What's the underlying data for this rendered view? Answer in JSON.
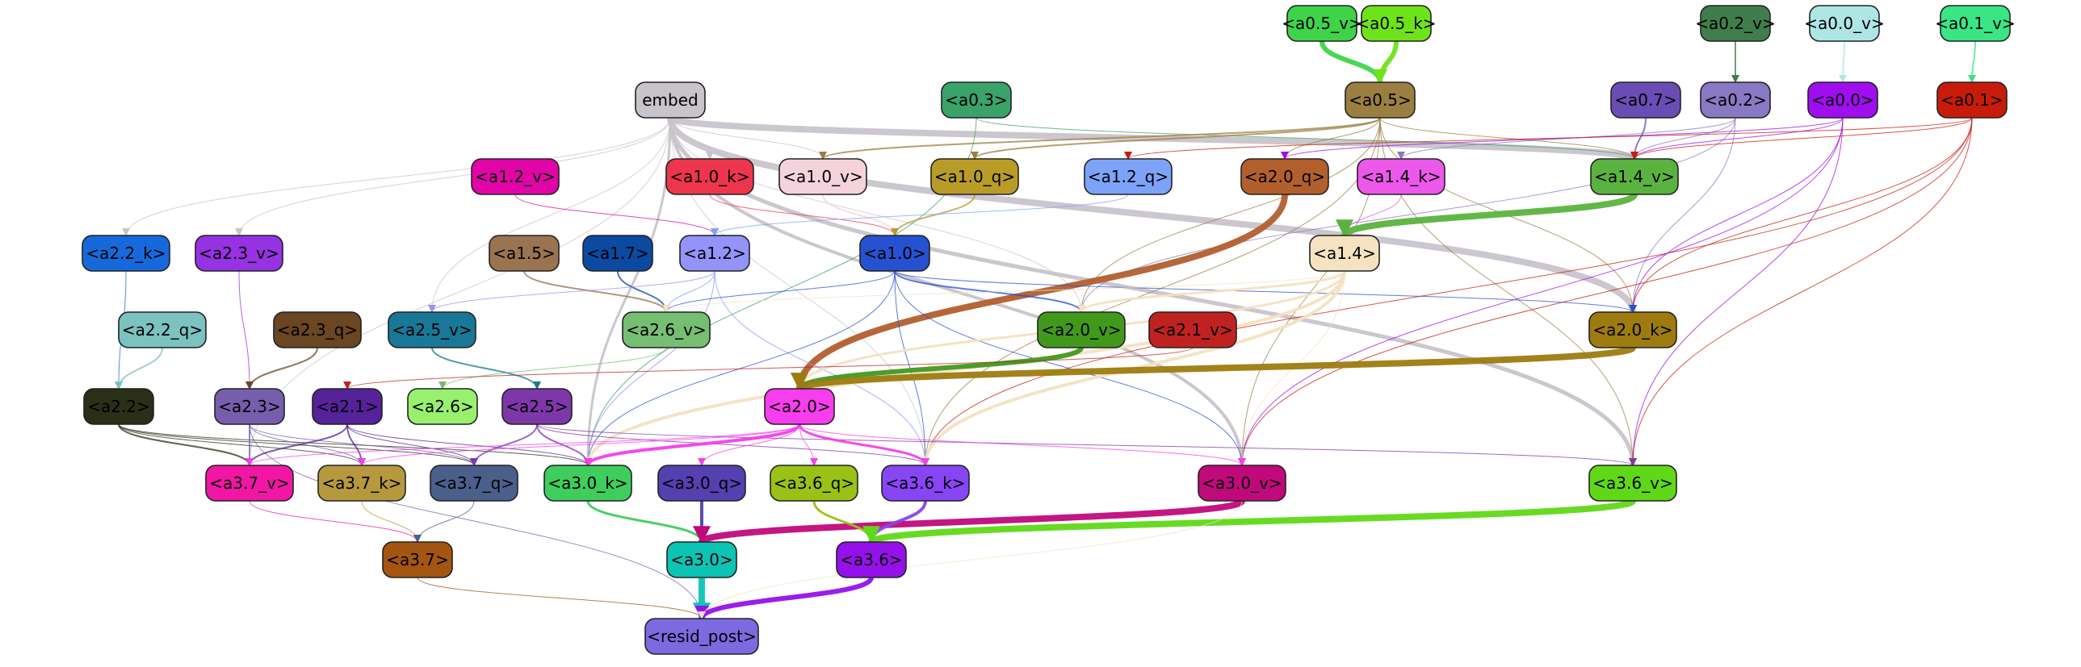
{
  "graph": {
    "nodes": [
      {
        "id": "a0_5_v",
        "label": "<a0.5_v>",
        "fill": "#3ed44a",
        "text": "#000000"
      },
      {
        "id": "a0_5_k",
        "label": "<a0.5_k>",
        "fill": "#6fe31a",
        "text": "#000000"
      },
      {
        "id": "a0_2_v",
        "label": "<a0.2_v>",
        "fill": "#407d4c",
        "text": "#000000"
      },
      {
        "id": "a0_0_v",
        "label": "<a0.0_v>",
        "fill": "#aee6e6",
        "text": "#000000"
      },
      {
        "id": "a0_1_v",
        "label": "<a0.1_v>",
        "fill": "#3ae585",
        "text": "#000000"
      },
      {
        "id": "embed",
        "label": "embed",
        "fill": "#c9c3cb",
        "text": "#000000"
      },
      {
        "id": "a0_3",
        "label": "<a0.3>",
        "fill": "#3aa36a",
        "text": "#000000"
      },
      {
        "id": "a0_5",
        "label": "<a0.5>",
        "fill": "#9b7f41",
        "text": "#000000"
      },
      {
        "id": "a0_7",
        "label": "<a0.7>",
        "fill": "#6a4db4",
        "text": "#000000"
      },
      {
        "id": "a0_2",
        "label": "<a0.2>",
        "fill": "#8978c3",
        "text": "#000000"
      },
      {
        "id": "a0_0",
        "label": "<a0.0>",
        "fill": "#9e0eee",
        "text": "#000000"
      },
      {
        "id": "a0_1",
        "label": "<a0.1>",
        "fill": "#c81c0a",
        "text": "#000000"
      },
      {
        "id": "a1_2_v",
        "label": "<a1.2_v>",
        "fill": "#e104a6",
        "text": "#000000"
      },
      {
        "id": "a1_0_k",
        "label": "<a1.0_k>",
        "fill": "#ed364d",
        "text": "#000000"
      },
      {
        "id": "a1_0_v",
        "label": "<a1.0_v>",
        "fill": "#f4d3dd",
        "text": "#000000"
      },
      {
        "id": "a1_0_q",
        "label": "<a1.0_q>",
        "fill": "#b89c27",
        "text": "#000000"
      },
      {
        "id": "a1_2_q",
        "label": "<a1.2_q>",
        "fill": "#7da3f8",
        "text": "#000000"
      },
      {
        "id": "a2_0_q",
        "label": "<a2.0_q>",
        "fill": "#b25f2e",
        "text": "#000000"
      },
      {
        "id": "a1_4_k",
        "label": "<a1.4_k>",
        "fill": "#ec58ea",
        "text": "#000000"
      },
      {
        "id": "a1_4_v",
        "label": "<a1.4_v>",
        "fill": "#5ab33e",
        "text": "#000000"
      },
      {
        "id": "a2_2_k",
        "label": "<a2.2_k>",
        "fill": "#1769db",
        "text": "#000000"
      },
      {
        "id": "a2_3_v",
        "label": "<a2.3_v>",
        "fill": "#9632e1",
        "text": "#000000"
      },
      {
        "id": "a1_5",
        "label": "<a1.5>",
        "fill": "#9a7351",
        "text": "#000000"
      },
      {
        "id": "a1_7",
        "label": "<a1.7>",
        "fill": "#0b4aa0",
        "text": "#000000"
      },
      {
        "id": "a1_2",
        "label": "<a1.2>",
        "fill": "#9493f9",
        "text": "#000000"
      },
      {
        "id": "a1_0",
        "label": "<a1.0>",
        "fill": "#2652d1",
        "text": "#000000"
      },
      {
        "id": "a1_4",
        "label": "<a1.4>",
        "fill": "#f4e2c0",
        "text": "#000000"
      },
      {
        "id": "a2_2_q",
        "label": "<a2.2_q>",
        "fill": "#7bc2c1",
        "text": "#000000"
      },
      {
        "id": "a2_3_q",
        "label": "<a2.3_q>",
        "fill": "#6a4622",
        "text": "#000000"
      },
      {
        "id": "a2_5_v",
        "label": "<a2.5_v>",
        "fill": "#197797",
        "text": "#000000"
      },
      {
        "id": "a2_6_v",
        "label": "<a2.6_v>",
        "fill": "#76be72",
        "text": "#000000"
      },
      {
        "id": "a2_0_v",
        "label": "<a2.0_v>",
        "fill": "#41991c",
        "text": "#000000"
      },
      {
        "id": "a2_1_v",
        "label": "<a2.1_v>",
        "fill": "#c02222",
        "text": "#000000"
      },
      {
        "id": "a2_0_k",
        "label": "<a2.0_k>",
        "fill": "#9d7b0f",
        "text": "#000000"
      },
      {
        "id": "a2_2",
        "label": "<a2.2>",
        "fill": "#2a2f17",
        "text": "#000000"
      },
      {
        "id": "a2_3",
        "label": "<a2.3>",
        "fill": "#765ead",
        "text": "#000000"
      },
      {
        "id": "a2_1",
        "label": "<a2.1>",
        "fill": "#55229a",
        "text": "#000000"
      },
      {
        "id": "a2_6",
        "label": "<a2.6>",
        "fill": "#98f06e",
        "text": "#000000"
      },
      {
        "id": "a2_5",
        "label": "<a2.5>",
        "fill": "#7e37a9",
        "text": "#000000"
      },
      {
        "id": "a2_0",
        "label": "<a2.0>",
        "fill": "#f73ded",
        "text": "#000000"
      },
      {
        "id": "a3_7_v",
        "label": "<a3.7_v>",
        "fill": "#f116a4",
        "text": "#000000"
      },
      {
        "id": "a3_7_k",
        "label": "<a3.7_k>",
        "fill": "#b6993e",
        "text": "#000000"
      },
      {
        "id": "a3_7_q",
        "label": "<a3.7_q>",
        "fill": "#4b5f8b",
        "text": "#000000"
      },
      {
        "id": "a3_0_k",
        "label": "<a3.0_k>",
        "fill": "#3fcd5d",
        "text": "#000000"
      },
      {
        "id": "a3_0_q",
        "label": "<a3.0_q>",
        "fill": "#5440ae",
        "text": "#000000"
      },
      {
        "id": "a3_6_q",
        "label": "<a3.6_q>",
        "fill": "#9ac116",
        "text": "#000000"
      },
      {
        "id": "a3_6_k",
        "label": "<a3.6_k>",
        "fill": "#8745f3",
        "text": "#000000"
      },
      {
        "id": "a3_0_v",
        "label": "<a3.0_v>",
        "fill": "#c0097b",
        "text": "#000000"
      },
      {
        "id": "a3_6_v",
        "label": "<a3.6_v>",
        "fill": "#60d818",
        "text": "#000000"
      },
      {
        "id": "a3_7",
        "label": "<a3.7>",
        "fill": "#a35511",
        "text": "#000000"
      },
      {
        "id": "a3_0",
        "label": "<a3.0>",
        "fill": "#0cc4b4",
        "text": "#000000"
      },
      {
        "id": "a3_6",
        "label": "<a3.6>",
        "fill": "#9511ea",
        "text": "#000000"
      },
      {
        "id": "resid_post",
        "label": "<resid_post>",
        "fill": "#7c6ae0",
        "text": "#000000"
      }
    ],
    "edges": [
      {
        "from": "a0_5_v",
        "to": "a0_5",
        "color": "#3ed44a",
        "weight": 6
      },
      {
        "from": "a0_5_k",
        "to": "a0_5",
        "color": "#6fe31a",
        "weight": 6
      },
      {
        "from": "a0_2_v",
        "to": "a0_2",
        "color": "#407d4c",
        "weight": 2
      },
      {
        "from": "a0_0_v",
        "to": "a0_0",
        "color": "#aee6e6",
        "weight": 2
      },
      {
        "from": "a0_1_v",
        "to": "a0_1",
        "color": "#3ae585",
        "weight": 2
      },
      {
        "from": "embed",
        "to": "a1_4_v",
        "color": "#c9c3cb",
        "weight": 8
      },
      {
        "from": "embed",
        "to": "a2_0_k",
        "color": "#c9c3cb",
        "weight": 8
      },
      {
        "from": "embed",
        "to": "a3_6_v",
        "color": "#c9c3cb",
        "weight": 5
      },
      {
        "from": "embed",
        "to": "a3_0_v",
        "color": "#c9c3cb",
        "weight": 4
      },
      {
        "from": "embed",
        "to": "a1_0_k",
        "color": "#c9c3cb",
        "weight": 1
      },
      {
        "from": "embed",
        "to": "a1_0_v",
        "color": "#c9c3cb",
        "weight": 1
      },
      {
        "from": "embed",
        "to": "a2_2_k",
        "color": "#c9c3cb",
        "weight": 1
      },
      {
        "from": "embed",
        "to": "a2_3_v",
        "color": "#c9c3cb",
        "weight": 1
      },
      {
        "from": "embed",
        "to": "a2_5_v",
        "color": "#c9c3cb",
        "weight": 1
      },
      {
        "from": "embed",
        "to": "a2_0_v",
        "color": "#c9c3cb",
        "weight": 1
      },
      {
        "from": "embed",
        "to": "a3_7_v",
        "color": "#c9c3cb",
        "weight": 1
      },
      {
        "from": "embed",
        "to": "a3_0_k",
        "color": "#c9c3cb",
        "weight": 3
      },
      {
        "from": "embed",
        "to": "a3_6_k",
        "color": "#c9c3cb",
        "weight": 1
      },
      {
        "from": "a0_3",
        "to": "a1_4_v",
        "color": "#3aa36a",
        "weight": 1
      },
      {
        "from": "a0_3",
        "to": "a3_0_k",
        "color": "#3aa36a",
        "weight": 1
      },
      {
        "from": "a0_5",
        "to": "a1_0_v",
        "color": "#9b7f41",
        "weight": 2
      },
      {
        "from": "a0_5",
        "to": "a1_0_q",
        "color": "#9b7f41",
        "weight": 2
      },
      {
        "from": "a0_5",
        "to": "a2_0_q",
        "color": "#9b7f41",
        "weight": 1
      },
      {
        "from": "a0_5",
        "to": "a1_4_v",
        "color": "#9b7f41",
        "weight": 1
      },
      {
        "from": "a0_5",
        "to": "a2_0_k",
        "color": "#9b7f41",
        "weight": 1
      },
      {
        "from": "a0_5",
        "to": "a2_0_v",
        "color": "#9b7f41",
        "weight": 1
      },
      {
        "from": "a0_5",
        "to": "a3_0_v",
        "color": "#9b7f41",
        "weight": 1
      },
      {
        "from": "a0_5",
        "to": "a3_6_v",
        "color": "#9b7f41",
        "weight": 1
      },
      {
        "from": "a0_5",
        "to": "a3_6_k",
        "color": "#9b7f41",
        "weight": 1
      },
      {
        "from": "a0_7",
        "to": "a1_4_v",
        "color": "#6a4db4",
        "weight": 2
      },
      {
        "from": "a0_2",
        "to": "a1_4_v",
        "color": "#8978c3",
        "weight": 1
      },
      {
        "from": "a0_2",
        "to": "a1_4_k",
        "color": "#8978c3",
        "weight": 1
      },
      {
        "from": "a0_2",
        "to": "a2_0_k",
        "color": "#8978c3",
        "weight": 1
      },
      {
        "from": "a0_2",
        "to": "a2_0_v",
        "color": "#8978c3",
        "weight": 1
      },
      {
        "from": "a0_0",
        "to": "a1_4_v",
        "color": "#9e0eee",
        "weight": 1
      },
      {
        "from": "a0_0",
        "to": "a2_0_q",
        "color": "#9e0eee",
        "weight": 1
      },
      {
        "from": "a0_0",
        "to": "a2_0_k",
        "color": "#9e0eee",
        "weight": 1
      },
      {
        "from": "a0_0",
        "to": "a3_0_v",
        "color": "#9e0eee",
        "weight": 1
      },
      {
        "from": "a0_0",
        "to": "a3_6_v",
        "color": "#9e0eee",
        "weight": 1
      },
      {
        "from": "a0_1",
        "to": "a1_4_v",
        "color": "#c81c0a",
        "weight": 1
      },
      {
        "from": "a0_1",
        "to": "a1_2_q",
        "color": "#c81c0a",
        "weight": 1
      },
      {
        "from": "a0_1",
        "to": "a2_0_k",
        "color": "#c81c0a",
        "weight": 1
      },
      {
        "from": "a0_1",
        "to": "a3_0_v",
        "color": "#c81c0a",
        "weight": 1
      },
      {
        "from": "a0_1",
        "to": "a3_6_v",
        "color": "#c81c0a",
        "weight": 1
      },
      {
        "from": "a0_1",
        "to": "a3_6_k",
        "color": "#c81c0a",
        "weight": 1
      },
      {
        "from": "a1_2_v",
        "to": "a1_2",
        "color": "#e104a6",
        "weight": 1
      },
      {
        "from": "a1_0_k",
        "to": "a1_0",
        "color": "#ed364d",
        "weight": 1
      },
      {
        "from": "a1_0_v",
        "to": "a1_0",
        "color": "#f4d3dd",
        "weight": 2
      },
      {
        "from": "a1_0_q",
        "to": "a1_0",
        "color": "#b89c27",
        "weight": 2
      },
      {
        "from": "a1_2_q",
        "to": "a1_2",
        "color": "#7da3f8",
        "weight": 1
      },
      {
        "from": "a2_0_q",
        "to": "a2_0",
        "color": "#b25f2e",
        "weight": 8
      },
      {
        "from": "a1_4_k",
        "to": "a1_4",
        "color": "#ec58ea",
        "weight": 1
      },
      {
        "from": "a1_4_v",
        "to": "a1_4",
        "color": "#5ab33e",
        "weight": 8
      },
      {
        "from": "a2_2_k",
        "to": "a2_2",
        "color": "#1769db",
        "weight": 1
      },
      {
        "from": "a2_3_v",
        "to": "a2_3",
        "color": "#9632e1",
        "weight": 1
      },
      {
        "from": "a1_5",
        "to": "a2_6_v",
        "color": "#9a7351",
        "weight": 2
      },
      {
        "from": "a1_7",
        "to": "a2_6_v",
        "color": "#0b4aa0",
        "weight": 2
      },
      {
        "from": "a1_2",
        "to": "a2_6_v",
        "color": "#9493f9",
        "weight": 1
      },
      {
        "from": "a1_2",
        "to": "a2_5_v",
        "color": "#9493f9",
        "weight": 1
      },
      {
        "from": "a1_2",
        "to": "a3_0_k",
        "color": "#9493f9",
        "weight": 1
      },
      {
        "from": "a1_2",
        "to": "a3_6_k",
        "color": "#9493f9",
        "weight": 1
      },
      {
        "from": "a1_0",
        "to": "a2_0_v",
        "color": "#2652d1",
        "weight": 2
      },
      {
        "from": "a1_0",
        "to": "a2_6_v",
        "color": "#2652d1",
        "weight": 1
      },
      {
        "from": "a1_0",
        "to": "a2_0_k",
        "color": "#2652d1",
        "weight": 1
      },
      {
        "from": "a1_0",
        "to": "a3_0_v",
        "color": "#2652d1",
        "weight": 1
      },
      {
        "from": "a1_0",
        "to": "a3_6_k",
        "color": "#2652d1",
        "weight": 1
      },
      {
        "from": "a1_0",
        "to": "a3_0_k",
        "color": "#2652d1",
        "weight": 1
      },
      {
        "from": "a1_4",
        "to": "a2_0_v",
        "color": "#f4e2c0",
        "weight": 3
      },
      {
        "from": "a1_4",
        "to": "a2_6_v",
        "color": "#f4e2c0",
        "weight": 1
      },
      {
        "from": "a1_4",
        "to": "a3_0_k",
        "color": "#f4e2c0",
        "weight": 4
      },
      {
        "from": "a1_4",
        "to": "a3_6_k",
        "color": "#f4e2c0",
        "weight": 4
      },
      {
        "from": "a1_4",
        "to": "a3_0_v",
        "color": "#f4e2c0",
        "weight": 1
      },
      {
        "from": "a1_4",
        "to": "a2_0",
        "color": "#f4e2c0",
        "weight": 3
      },
      {
        "from": "a2_2_q",
        "to": "a2_2",
        "color": "#7bc2c1",
        "weight": 2
      },
      {
        "from": "a2_3_q",
        "to": "a2_3",
        "color": "#6a4622",
        "weight": 2
      },
      {
        "from": "a2_5_v",
        "to": "a2_5",
        "color": "#197797",
        "weight": 2
      },
      {
        "from": "a2_6_v",
        "to": "a2_6",
        "color": "#76be72",
        "weight": 1
      },
      {
        "from": "a2_0_v",
        "to": "a2_0",
        "color": "#41991c",
        "weight": 6
      },
      {
        "from": "a2_1_v",
        "to": "a2_1",
        "color": "#c02222",
        "weight": 1
      },
      {
        "from": "a2_0_k",
        "to": "a2_0",
        "color": "#9d7b0f",
        "weight": 8
      },
      {
        "from": "a2_2",
        "to": "a3_7_v",
        "color": "#2a2f17",
        "weight": 2
      },
      {
        "from": "a2_2",
        "to": "a3_7_k",
        "color": "#2a2f17",
        "weight": 1
      },
      {
        "from": "a2_2",
        "to": "a3_7_q",
        "color": "#2a2f17",
        "weight": 1
      },
      {
        "from": "a2_2",
        "to": "a3_0_k",
        "color": "#2a2f17",
        "weight": 1
      },
      {
        "from": "a2_3",
        "to": "a3_7_v",
        "color": "#765ead",
        "weight": 2
      },
      {
        "from": "a2_3",
        "to": "a3_7_k",
        "color": "#765ead",
        "weight": 1
      },
      {
        "from": "a2_3",
        "to": "a3_7_q",
        "color": "#765ead",
        "weight": 1
      },
      {
        "from": "a2_3",
        "to": "resid_post",
        "color": "#765ead",
        "weight": 1
      },
      {
        "from": "a2_1",
        "to": "a3_7_v",
        "color": "#55229a",
        "weight": 2
      },
      {
        "from": "a2_1",
        "to": "a3_7_k",
        "color": "#55229a",
        "weight": 2
      },
      {
        "from": "a2_1",
        "to": "a3_7_q",
        "color": "#55229a",
        "weight": 1
      },
      {
        "from": "a2_1",
        "to": "a3_0_k",
        "color": "#55229a",
        "weight": 1
      },
      {
        "from": "a2_5",
        "to": "a3_7_q",
        "color": "#7e37a9",
        "weight": 2
      },
      {
        "from": "a2_5",
        "to": "a3_0_k",
        "color": "#7e37a9",
        "weight": 2
      },
      {
        "from": "a2_5",
        "to": "a3_6_k",
        "color": "#7e37a9",
        "weight": 1
      },
      {
        "from": "a2_5",
        "to": "a3_6_v",
        "color": "#7e37a9",
        "weight": 1
      },
      {
        "from": "a2_0",
        "to": "a3_0_k",
        "color": "#f73ded",
        "weight": 4
      },
      {
        "from": "a2_0",
        "to": "a3_6_k",
        "color": "#f73ded",
        "weight": 3
      },
      {
        "from": "a2_0",
        "to": "a3_0_q",
        "color": "#f73ded",
        "weight": 1
      },
      {
        "from": "a2_0",
        "to": "a3_6_q",
        "color": "#f73ded",
        "weight": 1
      },
      {
        "from": "a2_0",
        "to": "a3_7_v",
        "color": "#f73ded",
        "weight": 1
      },
      {
        "from": "a2_0",
        "to": "a3_7_k",
        "color": "#f73ded",
        "weight": 1
      },
      {
        "from": "a2_0",
        "to": "a3_0_v",
        "color": "#f73ded",
        "weight": 1
      },
      {
        "from": "a3_7_v",
        "to": "a3_7",
        "color": "#f116a4",
        "weight": 1
      },
      {
        "from": "a3_7_k",
        "to": "a3_7",
        "color": "#b6993e",
        "weight": 1
      },
      {
        "from": "a3_7_q",
        "to": "a3_7",
        "color": "#4b5f8b",
        "weight": 1
      },
      {
        "from": "a3_0_k",
        "to": "a3_0",
        "color": "#3fcd5d",
        "weight": 3
      },
      {
        "from": "a3_0_q",
        "to": "a3_0",
        "color": "#5440ae",
        "weight": 4
      },
      {
        "from": "a3_0_v",
        "to": "a3_0",
        "color": "#c0097b",
        "weight": 8
      },
      {
        "from": "a3_6_q",
        "to": "a3_6",
        "color": "#9ac116",
        "weight": 3
      },
      {
        "from": "a3_6_k",
        "to": "a3_6",
        "color": "#8745f3",
        "weight": 4
      },
      {
        "from": "a3_6_v",
        "to": "a3_6",
        "color": "#60d818",
        "weight": 8
      },
      {
        "from": "a3_7",
        "to": "resid_post",
        "color": "#a35511",
        "weight": 1
      },
      {
        "from": "a3_0",
        "to": "resid_post",
        "color": "#0cc4b4",
        "weight": 8
      },
      {
        "from": "a3_6",
        "to": "resid_post",
        "color": "#9511ea",
        "weight": 6
      },
      {
        "from": "a3_0_v",
        "to": "resid_post",
        "color": "#f4e2c0",
        "weight": 1
      }
    ]
  }
}
